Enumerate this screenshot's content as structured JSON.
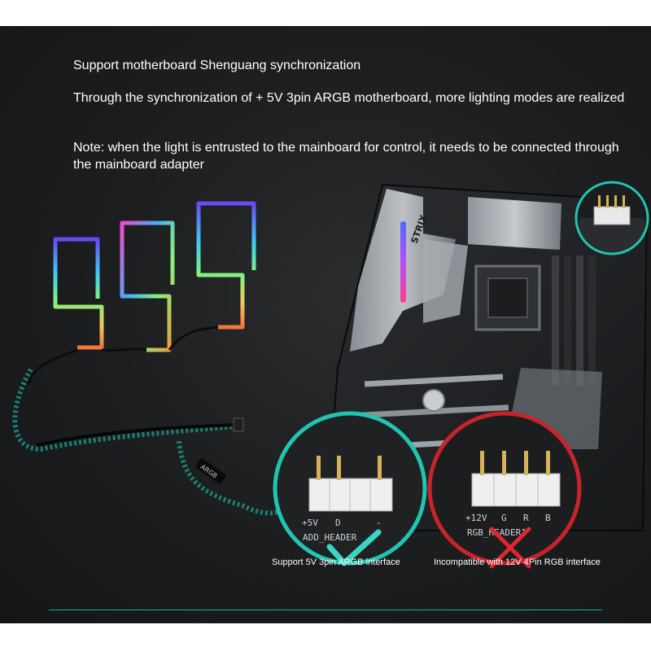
{
  "content": {
    "heading": "Support motherboard Shenguang synchronization",
    "description": "Through the synchronization of + 5V 3pin ARGB motherboard, more lighting modes are realized",
    "note": "Note: when the light is entrusted to the mainboard for control, it needs to be connected through the mainboard adapter"
  },
  "board": {
    "brand_mark": "STRIX",
    "cable_tag": "ARGB"
  },
  "callouts": {
    "supported": {
      "caption": "Support 5V 3pin ARGB interface",
      "pins": [
        "+5V",
        "D",
        "",
        "-"
      ],
      "header_label": "ADD_HEADER",
      "ring_color": "#21c4b0",
      "mark_color": "#39d6c2"
    },
    "incompatible": {
      "caption": "Incompatible with 12V 4Pin RGB interface",
      "pins": [
        "+12V",
        "G",
        "R",
        "B"
      ],
      "header_label": "RGB_HEADER1",
      "ring_color": "#c8232a",
      "mark_color": "#e0262e"
    }
  },
  "colors": {
    "panel_background": "#1d1f21",
    "accent_teal": "#1fa89a",
    "text": "#ffffff"
  }
}
